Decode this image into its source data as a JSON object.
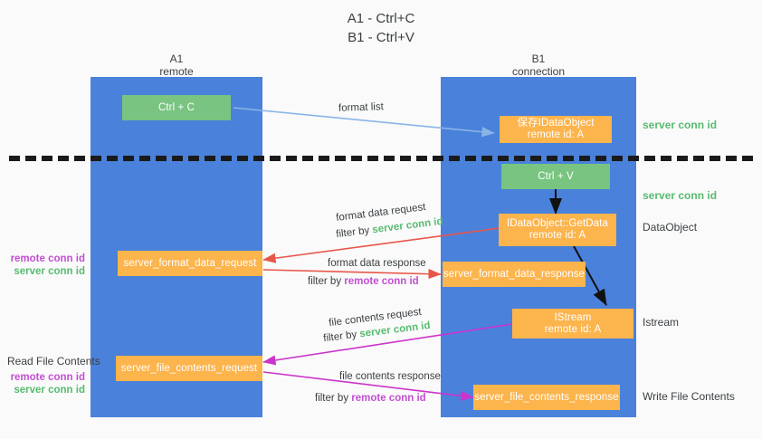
{
  "title": "A1 - Ctrl+C\nB1 - Ctrl+V",
  "colors": {
    "lane": "#4a81da",
    "green_box": "#78c480",
    "orange_box": "#fcb44c",
    "server_conn": "#57bb70",
    "remote_conn": "#c34fd3",
    "background": "#fafafa",
    "divider": "#1a1a1a",
    "arrow_format_list": "#8ab4e8",
    "arrow_format_data": "#e8564a",
    "arrow_file_contents": "#cc33cc",
    "arrow_internal": "#111111"
  },
  "lanes": [
    {
      "name": "A1",
      "sub": "remote",
      "header": "A1\nremote"
    },
    {
      "name": "B1",
      "sub": "connection",
      "header": "B1\nconnection"
    }
  ],
  "nodes": {
    "ctrl_c": "Ctrl + C",
    "ctrl_v": "Ctrl + V",
    "idataobject": "保存IDataObject\nremote id: A",
    "getdata": "IDataObject::GetData\nremote id: A",
    "istream": "IStream\nremote id: A",
    "server_format_data_request": "server_format_data_request",
    "server_format_data_response": "server_format_data_response",
    "server_file_contents_request": "server_file_contents_request",
    "server_file_contents_response": "server_file_contents_response"
  },
  "side_labels": {
    "server_conn_id_1": "server conn id",
    "server_conn_id_2": "server conn id",
    "dataobject": "DataObject",
    "istream": "Istream",
    "write_file_contents": "Write File Contents"
  },
  "left_labels": {
    "read_file_contents": "Read File Contents",
    "remote_conn_id": "remote conn id",
    "server_conn_id": "server conn id"
  },
  "captions": {
    "format_list": "format list",
    "format_data_request": "format data request",
    "format_data_request_filter_pre": "filter by ",
    "format_data_request_filter_key": "server conn id",
    "format_data_response": "format data response",
    "format_data_response_filter_pre": "filter by ",
    "format_data_response_filter_key": "remote conn id",
    "file_contents_request": "file contents request",
    "file_contents_request_filter_pre": "filter by ",
    "file_contents_request_filter_key": "server conn id",
    "file_contents_response": "file contents response",
    "file_contents_response_filter_pre": "filter by ",
    "file_contents_response_filter_key": "remote conn id"
  }
}
